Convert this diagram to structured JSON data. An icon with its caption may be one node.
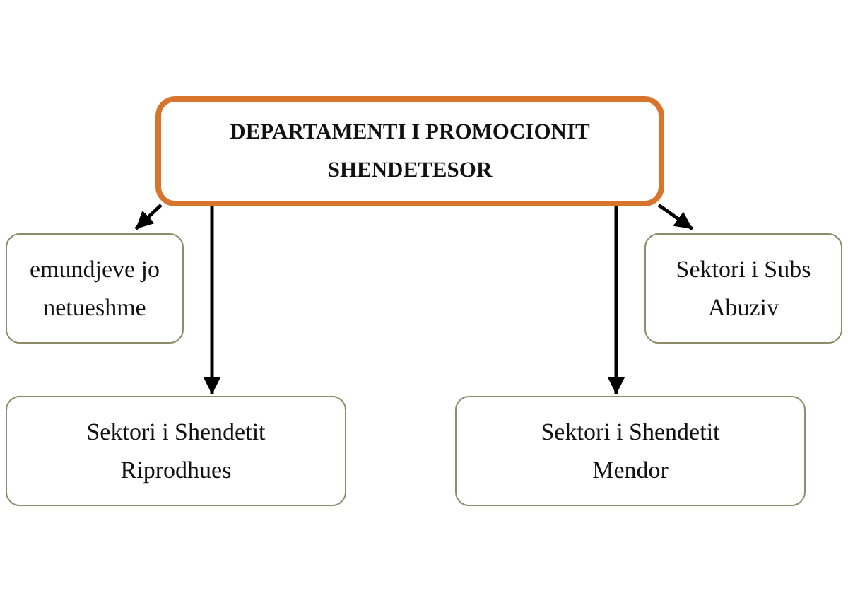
{
  "diagram": {
    "nodes": [
      {
        "text": [
          "DEPARTAMENTI I PROMOCIONIT SHENDETESOR"
        ]
      },
      {
        "text": [
          "emundjeve jo netueshme"
        ]
      },
      {
        "text": [
          "Sektori i Subs Abuziv"
        ]
      },
      {
        "text": [
          "Sektori i Shendetit Riprodhues"
        ]
      },
      {
        "text": [
          "Sektori i Shendetit Mendor"
        ]
      }
    ],
    "edges": [
      {
        "from": 0,
        "to": 1,
        "arrow": "to"
      },
      {
        "from": 0,
        "to": 2,
        "arrow": "to"
      },
      {
        "from": 0,
        "to": 3,
        "arrow": "to"
      },
      {
        "from": 0,
        "to": 4,
        "arrow": "to"
      }
    ]
  }
}
